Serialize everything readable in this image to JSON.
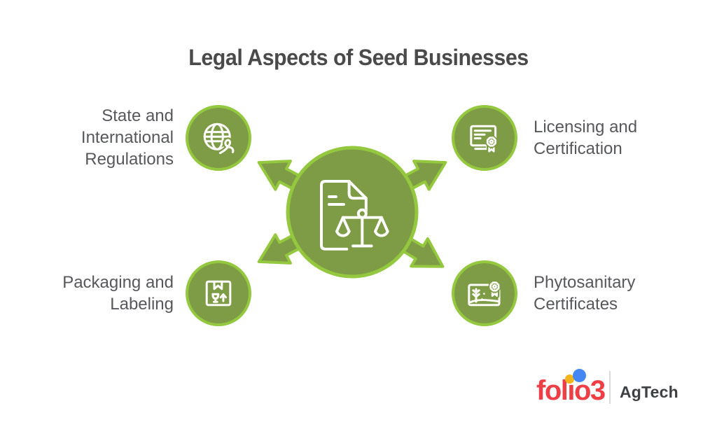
{
  "title": "Legal Aspects of Seed Businesses",
  "center": {
    "name": "legal-document-scales",
    "icon": "document-scales-icon"
  },
  "nodes": [
    {
      "id": "state-international-regulations",
      "icon": "globe-icon",
      "lines": [
        "State and",
        "International",
        "Regulations"
      ]
    },
    {
      "id": "licensing-certification",
      "icon": "certificate-icon",
      "lines": [
        "Licensing and",
        "Certification"
      ]
    },
    {
      "id": "packaging-labeling",
      "icon": "package-icon",
      "lines": [
        "Packaging and",
        "Labeling"
      ]
    },
    {
      "id": "phytosanitary-certificates",
      "icon": "plant-certificate-icon",
      "lines": [
        "Phytosanitary",
        "Certificates"
      ]
    }
  ],
  "colors": {
    "circle_fill": "#7E9B45",
    "circle_stroke": "#94C83E",
    "title_text": "#4A4A4A",
    "label_text": "#57585C",
    "logo_red": "#EE3E46",
    "logo_yellow": "#F3B51A",
    "logo_blue": "#4486F2",
    "agtech_text": "#3F4043",
    "icon_stroke": "#FFFFFF"
  },
  "logo": {
    "brand": "folio3",
    "division": "AgTech"
  }
}
